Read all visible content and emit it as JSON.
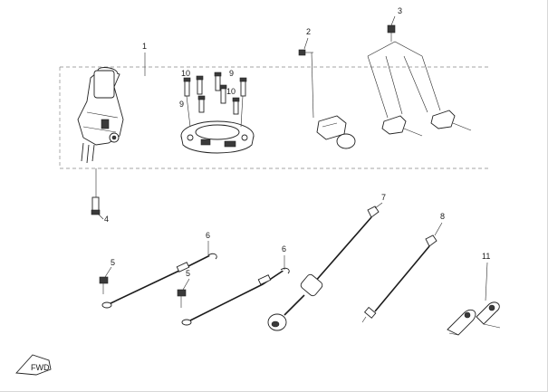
{
  "callouts": {
    "c1": "1",
    "c2": "2",
    "c3": "3",
    "c4": "4",
    "c5a": "5",
    "c5b": "5",
    "c6a": "6",
    "c6b": "6",
    "c7": "7",
    "c8": "8",
    "c9a": "9",
    "c9b": "9",
    "c10a": "10",
    "c10b": "10",
    "c11": "11"
  },
  "fwd_marker": {
    "label": "FWD"
  },
  "colors": {
    "line": "#222222",
    "dash": "#888888",
    "background": "#ffffff"
  }
}
